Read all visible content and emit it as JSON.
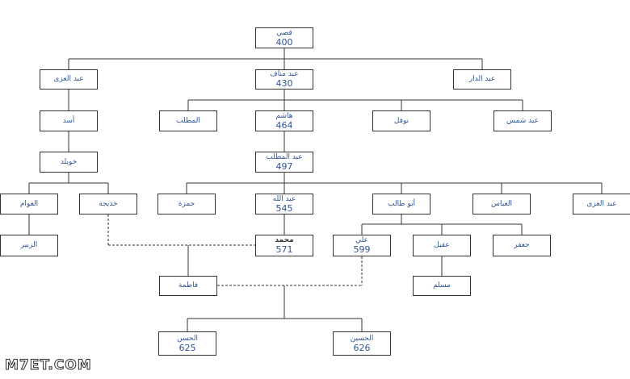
{
  "tree": {
    "nodes": {
      "qusay": {
        "name": "قصي",
        "year": "400"
      },
      "abd_aluzza_1": {
        "name": "عبد العزى",
        "year": ""
      },
      "abd_manaf": {
        "name": "عبد مناف",
        "year": "430"
      },
      "abd_aldar": {
        "name": "عبد الدار",
        "year": ""
      },
      "asad": {
        "name": "أسد",
        "year": ""
      },
      "almuttalib": {
        "name": "المطلب",
        "year": ""
      },
      "hashim": {
        "name": "هاشم",
        "year": "464"
      },
      "nawfal": {
        "name": "نوفل",
        "year": ""
      },
      "abd_shams": {
        "name": "عبد شمس",
        "year": ""
      },
      "khuwaylid": {
        "name": "خويلد",
        "year": ""
      },
      "abd_almuttalib": {
        "name": "عبد المطلب",
        "year": "497"
      },
      "alawwam": {
        "name": "العوام",
        "year": ""
      },
      "khadija": {
        "name": "خديجة",
        "year": ""
      },
      "hamza": {
        "name": "حمزة",
        "year": ""
      },
      "abdullah": {
        "name": "عبد الله",
        "year": "545"
      },
      "abu_talib": {
        "name": "أبو طالب",
        "year": ""
      },
      "alabbas": {
        "name": "العباس",
        "year": ""
      },
      "abd_aluzza_2": {
        "name": "عبد العزى",
        "year": ""
      },
      "alzubayr": {
        "name": "الزبير",
        "year": ""
      },
      "muhammad": {
        "name": "محمد",
        "year": "571"
      },
      "ali": {
        "name": "علي",
        "year": "599"
      },
      "aqil": {
        "name": "عقيل",
        "year": ""
      },
      "jafar": {
        "name": "جعفر",
        "year": ""
      },
      "fatima": {
        "name": "فاطمة",
        "year": ""
      },
      "muslim": {
        "name": "مسلم",
        "year": ""
      },
      "alhasan": {
        "name": "الحسن",
        "year": "625"
      },
      "alhusayn": {
        "name": "الحسين",
        "year": "626"
      }
    }
  },
  "watermark": {
    "text": "M7ET.COM"
  },
  "colors": {
    "text": "#2f5597",
    "line": "#333333"
  }
}
